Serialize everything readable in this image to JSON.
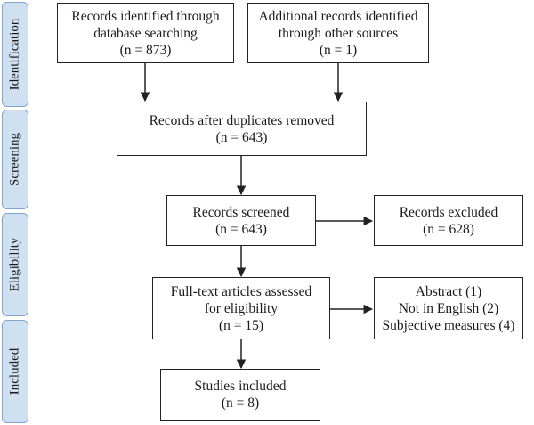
{
  "phases": {
    "identification": "Identification",
    "screening": "Screening",
    "eligibility": "Eligibility",
    "included": "Included"
  },
  "boxes": {
    "database": {
      "lines": [
        "Records identified through",
        "database searching",
        "(n = 873)"
      ]
    },
    "other_sources": {
      "lines": [
        "Additional records identified",
        "through other sources",
        "(n = 1)"
      ]
    },
    "duplicates_removed": {
      "lines": [
        "Records after duplicates removed",
        "(n = 643)"
      ]
    },
    "screened": {
      "lines": [
        "Records screened",
        "(n = 643)"
      ]
    },
    "excluded": {
      "lines": [
        "Records excluded",
        "(n = 628)"
      ]
    },
    "fulltext": {
      "lines": [
        "Full-text articles assessed",
        "for eligibility",
        "(n = 15)"
      ]
    },
    "fulltext_excluded": {
      "lines": [
        "Abstract (1)",
        "Not in English (2)",
        "Subjective measures (4)"
      ]
    },
    "included": {
      "lines": [
        "Studies included",
        "(n = 8)"
      ]
    }
  },
  "colors": {
    "phase_fill": "#cfe0f1",
    "phase_border": "#7fa6cc",
    "line": "#222222"
  }
}
